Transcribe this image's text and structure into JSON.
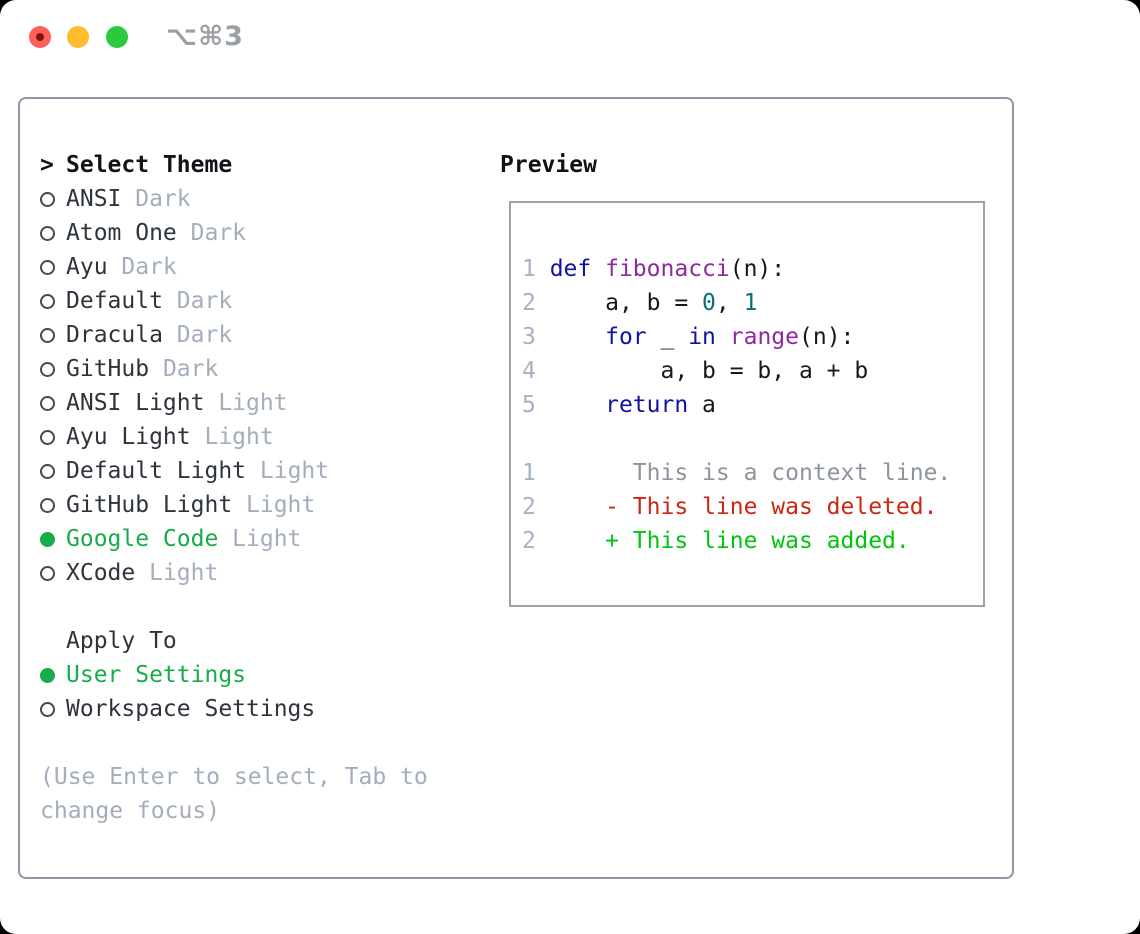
{
  "window": {
    "title_shortcut": "⌥⌘3"
  },
  "theme_panel": {
    "header_cursor": ">",
    "header_label": "Select Theme",
    "themes": [
      {
        "name": "ANSI",
        "variant": "Dark",
        "selected": false
      },
      {
        "name": "Atom One",
        "variant": "Dark",
        "selected": false
      },
      {
        "name": "Ayu",
        "variant": "Dark",
        "selected": false
      },
      {
        "name": "Default",
        "variant": "Dark",
        "selected": false
      },
      {
        "name": "Dracula",
        "variant": "Dark",
        "selected": false
      },
      {
        "name": "GitHub",
        "variant": "Dark",
        "selected": false
      },
      {
        "name": "ANSI Light",
        "variant": "Light",
        "selected": false
      },
      {
        "name": "Ayu Light",
        "variant": "Light",
        "selected": false
      },
      {
        "name": "Default Light",
        "variant": "Light",
        "selected": false
      },
      {
        "name": "GitHub Light",
        "variant": "Light",
        "selected": false
      },
      {
        "name": "Google Code",
        "variant": "Light",
        "selected": true
      },
      {
        "name": "XCode",
        "variant": "Light",
        "selected": false
      }
    ],
    "apply_to_label": "Apply To",
    "apply_options": [
      {
        "label": "User Settings",
        "selected": true
      },
      {
        "label": "Workspace Settings",
        "selected": false
      }
    ],
    "hint_lines": [
      "(Use Enter to select, Tab to",
      "change focus)"
    ]
  },
  "preview": {
    "title": "Preview",
    "code_lines": [
      [
        [
          "ln",
          "1 "
        ],
        [
          "kw",
          "def"
        ],
        [
          "pln",
          " "
        ],
        [
          "fn",
          "fibonacci"
        ],
        [
          "pln",
          "(n):"
        ]
      ],
      [
        [
          "ln",
          "2"
        ],
        [
          "pln",
          "     a, b = "
        ],
        [
          "num",
          "0"
        ],
        [
          "pln",
          ", "
        ],
        [
          "num",
          "1"
        ]
      ],
      [
        [
          "ln",
          "3"
        ],
        [
          "pln",
          "     "
        ],
        [
          "kw",
          "for"
        ],
        [
          "pln",
          " _ "
        ],
        [
          "kw",
          "in"
        ],
        [
          "pln",
          " "
        ],
        [
          "fn",
          "range"
        ],
        [
          "pln",
          "(n):"
        ]
      ],
      [
        [
          "ln",
          "4"
        ],
        [
          "pln",
          "         a, b = b, a + b"
        ]
      ],
      [
        [
          "ln",
          "5"
        ],
        [
          "pln",
          "     "
        ],
        [
          "kw",
          "return"
        ],
        [
          "pln",
          " a"
        ]
      ],
      [],
      [
        [
          "ln",
          "1"
        ],
        [
          "ctx",
          "       This is a context line."
        ]
      ],
      [
        [
          "ln",
          "2"
        ],
        [
          "del",
          "     - This line was deleted."
        ]
      ],
      [
        [
          "ln",
          "2"
        ],
        [
          "add",
          "     + This line was added."
        ]
      ]
    ]
  },
  "colors": {
    "accent_green": "#18ab4b",
    "muted_gray": "#a4adbc",
    "text_dark": "#2e343c",
    "keyword_blue": "#1212a0",
    "function_purple": "#8e2a9e",
    "number_teal": "#0b7070",
    "diff_deleted_red": "#cb2713",
    "diff_added_green": "#00c40e",
    "context_gray": "#8e949c",
    "line_number_gray": "#a7b1c2",
    "traffic_red": "#ff5f57",
    "traffic_yellow": "#febc2e",
    "traffic_green": "#2bc840"
  }
}
